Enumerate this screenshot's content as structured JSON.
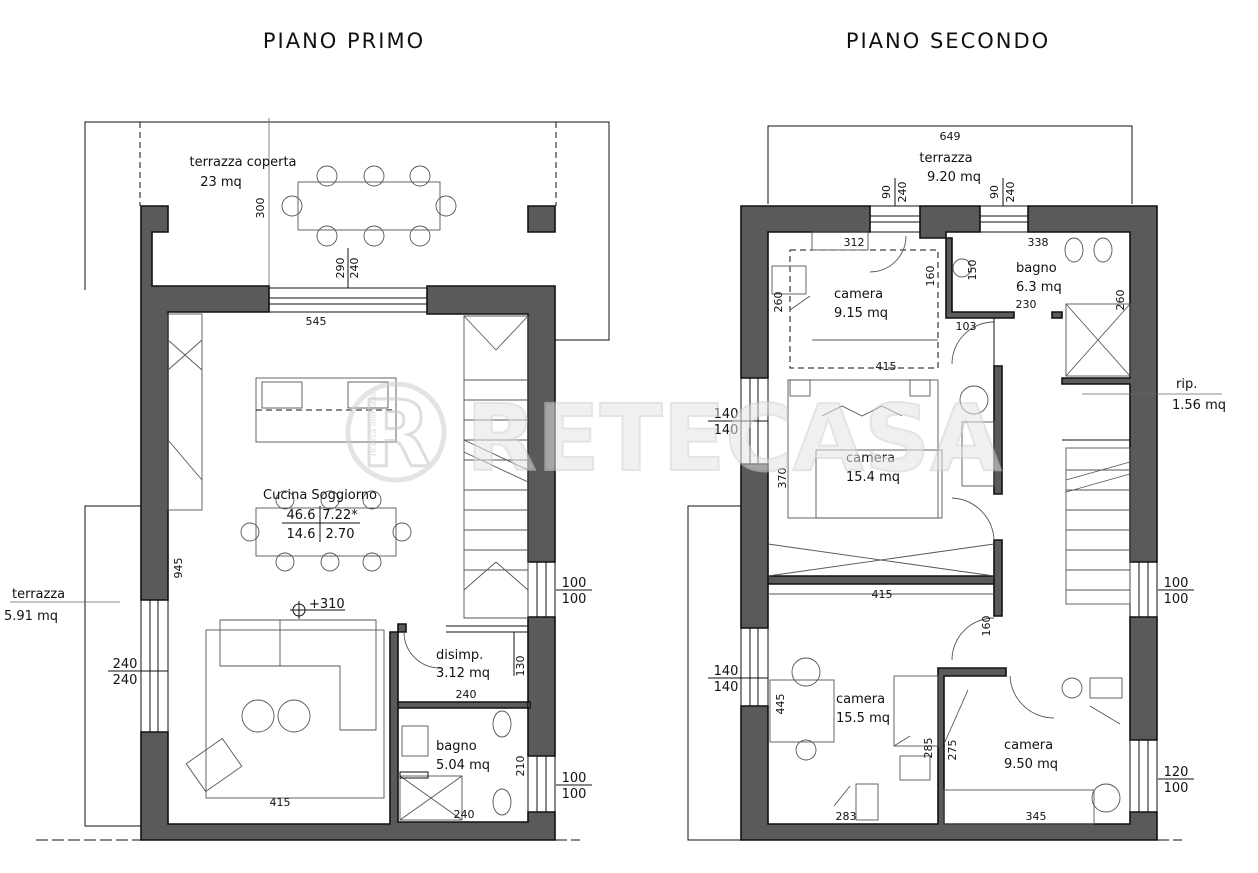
{
  "floors": [
    {
      "title": "PIANO PRIMO",
      "rooms": [
        {
          "name": "terrazza coperta",
          "area": "23 mq"
        },
        {
          "name": "Cucina Soggiorno",
          "area_table": [
            "46.6",
            "7.22*",
            "14.6",
            "2.70"
          ]
        },
        {
          "name": "terrazza",
          "area": "5.91 mq"
        },
        {
          "name": "disimp.",
          "area": "3.12 mq"
        },
        {
          "name": "bagno",
          "area": "5.04 mq"
        }
      ],
      "level_mark": "+310",
      "dims": {
        "d300": "300",
        "d290": "290",
        "d240a": "240",
        "d545": "545",
        "d945": "945",
        "d415": "415",
        "d240b": "240",
        "d240c": "240",
        "d130": "130",
        "d210": "210"
      },
      "window_dims": [
        {
          "top": "100",
          "bottom": "100"
        },
        {
          "top": "240",
          "bottom": "240"
        },
        {
          "top": "100",
          "bottom": "100"
        }
      ]
    },
    {
      "title": "PIANO SECONDO",
      "rooms": [
        {
          "name": "terrazza",
          "area": "9.20 mq"
        },
        {
          "name": "camera",
          "area": "9.15 mq"
        },
        {
          "name": "bagno",
          "area": "6.3 mq"
        },
        {
          "name": "rip.",
          "area": "1.56 mq"
        },
        {
          "name": "camera",
          "area": "15.4 mq"
        },
        {
          "name": "camera",
          "area": "15.5 mq"
        },
        {
          "name": "camera",
          "area": "9.50 mq"
        }
      ],
      "dims": {
        "d649": "649",
        "d90a": "90",
        "d240a": "240",
        "d90b": "90",
        "d240b": "240",
        "d312": "312",
        "d338": "338",
        "d260a": "260",
        "d160a": "160",
        "d150": "150",
        "d230": "230",
        "d103": "103",
        "d260b": "260",
        "d415a": "415",
        "d370": "370",
        "d415b": "415",
        "d160b": "160",
        "d445": "445",
        "d285": "285",
        "d275": "275",
        "d283": "283",
        "d345": "345"
      },
      "window_dims": [
        {
          "top": "140",
          "bottom": "140"
        },
        {
          "top": "100",
          "bottom": "100"
        },
        {
          "top": "140",
          "bottom": "140"
        },
        {
          "top": "120",
          "bottom": "100"
        }
      ]
    }
  ],
  "watermark": {
    "text": "RETECASA",
    "letter": "R",
    "small": "ricerca immobili"
  }
}
